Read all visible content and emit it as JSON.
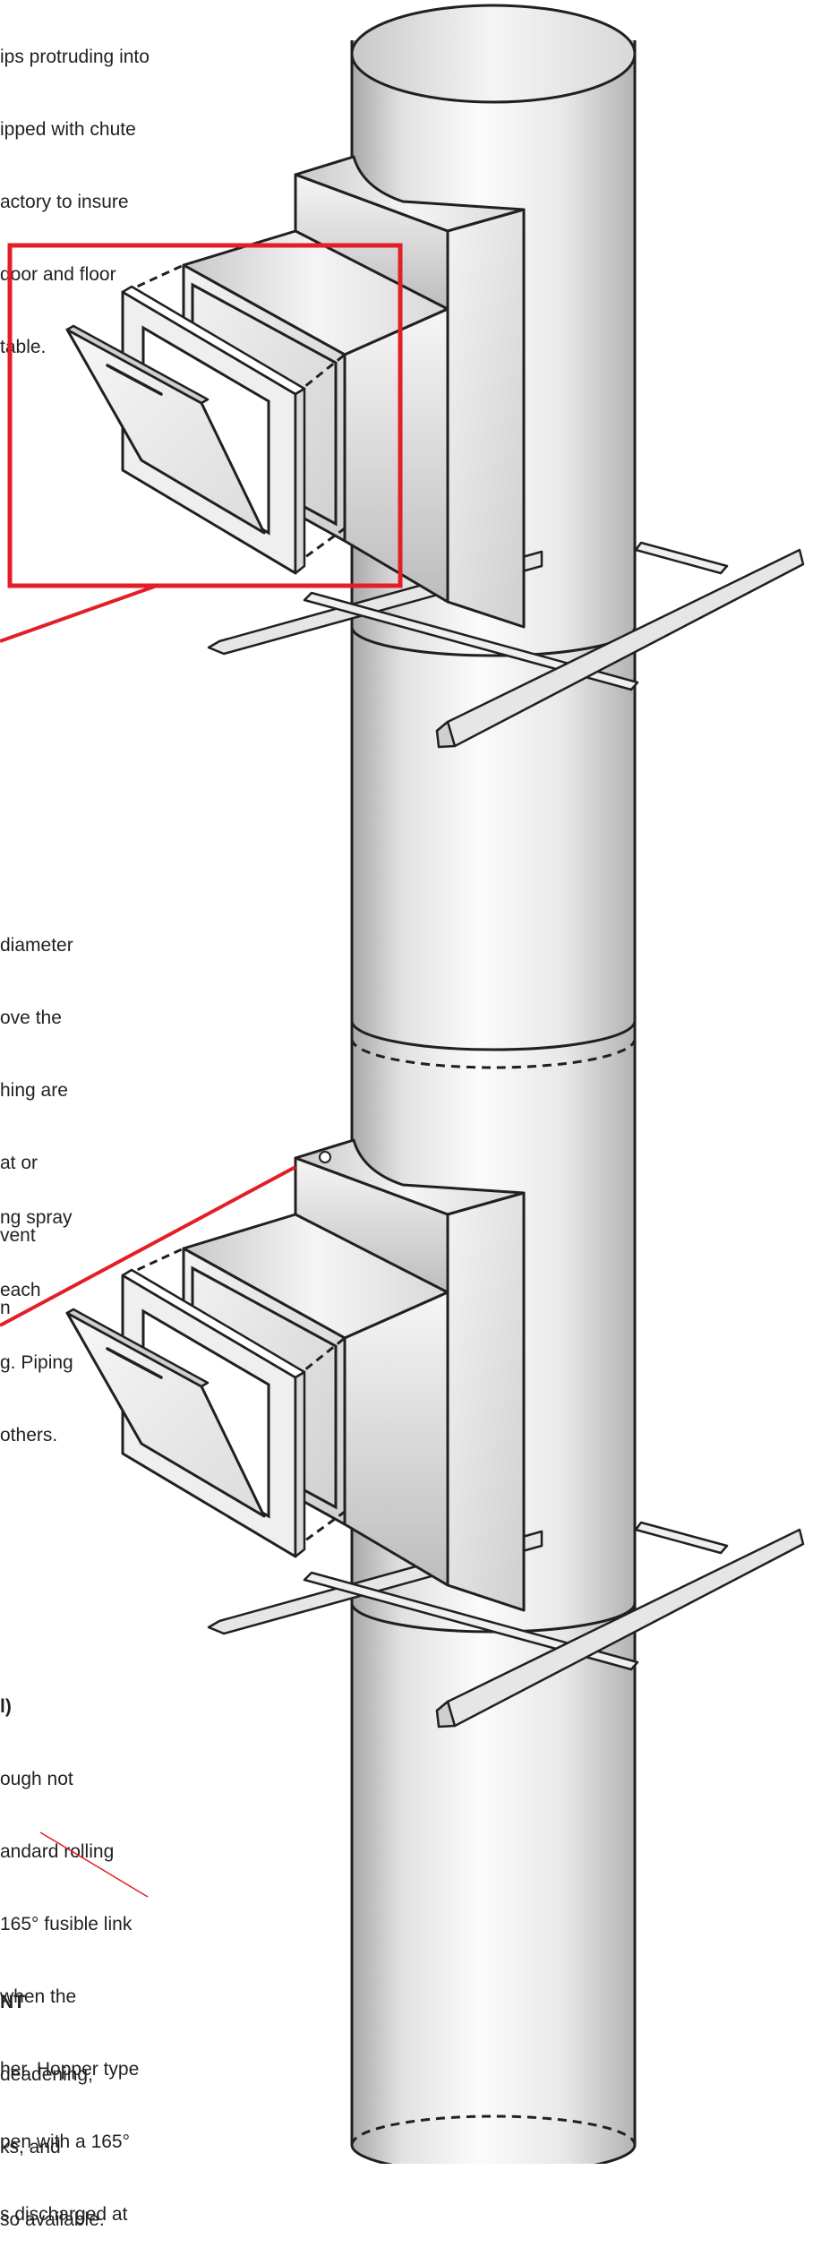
{
  "text_blocks": {
    "intro": [
      "ips protruding into",
      "ipped with chute",
      "actory to insure",
      "door and floor",
      "table."
    ],
    "sprinkler_a": [
      "diameter",
      "ove the",
      "hing are",
      "at or",
      "vent",
      "n"
    ],
    "sprinkler_b": [
      "ng spray",
      "each",
      "g. Piping",
      "others."
    ],
    "door_title": "l)",
    "door_body": [
      "ough not",
      "andard rolling",
      "165° fusible link",
      "when the",
      "her. Hopper type",
      "pen with a 165°",
      "s discharged at"
    ],
    "sound_title": "NT",
    "sound_body": [
      "deadening,",
      "ks, and",
      "so available."
    ]
  },
  "colors": {
    "highlight": "#e41e26",
    "outline": "#231f20",
    "metal_light": "#f4f4f4",
    "metal_dark": "#a9a9a9"
  }
}
